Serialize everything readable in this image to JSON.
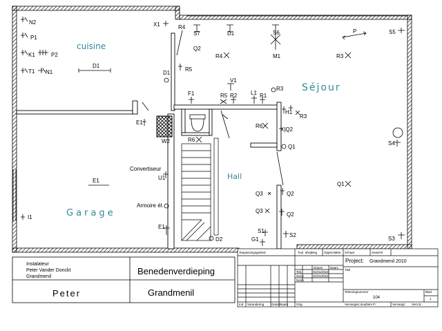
{
  "rooms": {
    "cuisine": "cuisine",
    "sejour": "Séjour",
    "hall": "Hall",
    "garage": "Garage"
  },
  "symbols": {
    "x1": "X1",
    "r4_top": "R4",
    "s7": "S7",
    "q2_top": "Q2",
    "d1_top": "D1",
    "s6": "S6",
    "m1": "M1",
    "p_arrow": "P",
    "s5": "S5",
    "r4_mid": "R4",
    "r3_top": "R3",
    "n2": "N2",
    "p1": "P1",
    "k1": "K1",
    "p2": "P2",
    "t1": "T1",
    "n1": "N1",
    "d1_kitchen": "D1",
    "d1_wall": "D1",
    "r5_wall": "R5",
    "f1": "F1",
    "r5": "R5",
    "r2": "R2",
    "v1": "V1",
    "l1": "L1",
    "r1": "R1",
    "r3_mid": "R3",
    "h1": "H1",
    "r3_right": "R3",
    "e1_top": "E1",
    "w2": "W2",
    "r6_wc": "R6",
    "r6_hall": "R6",
    "x_q2": "X|Q2",
    "q1": "Q1",
    "s4": "S4",
    "convertisseur": "Convertiseur",
    "u1": "U1",
    "e1_garage": "E1",
    "q1_sejour": "Q1",
    "q3_a": "Q3",
    "q2_a": "Q2",
    "q3_b": "Q3",
    "q2_b": "Q2",
    "armoire": "Armoire él.",
    "e1_bottom": "E1",
    "i1": "I1",
    "s1": "S1",
    "s2": "S2",
    "g1": "G1",
    "g1_bottom": "G1",
    "d2": "D2",
    "s3": "S3"
  },
  "cartouche": {
    "installer_label": "Instalateur",
    "installer_name": "Peter Vander Donckt",
    "installer_city": "Grandmenil",
    "floor_title": "Benedenverdieping",
    "owner": "Peter",
    "place": "Grandmenil"
  },
  "titleblock": {
    "header_cells": [
      "Toepassingsgebied",
      "Tool. afwijking",
      "Oppervlakte",
      "Schaal",
      ".",
      "Gewicht"
    ],
    "subhead": [
      "Datum",
      "Naam"
    ],
    "rows": [
      {
        "label": "Tek.",
        "date": "01/01/2010"
      },
      {
        "label": "Gecp",
        "date": "01/01/2010"
      },
      {
        "label": "Norm",
        "date": "."
      }
    ],
    "project_label": "Project:",
    "project_value": "Grandmenil 2010",
    "titel_label": "Titel",
    "tekening_label": "Tekeningnummer",
    "tekening_value": "104",
    "blad_label": "Blad",
    "blad_value": "1",
    "footer_cells": [
      "Ind.",
      "Verandering",
      "Datum",
      "Naam",
      "Orig.",
      "Vervangen door:",
      "Vervangt:"
    ],
    "footer_values": [
      "Vers P.:",
      "Vers B.:"
    ]
  }
}
